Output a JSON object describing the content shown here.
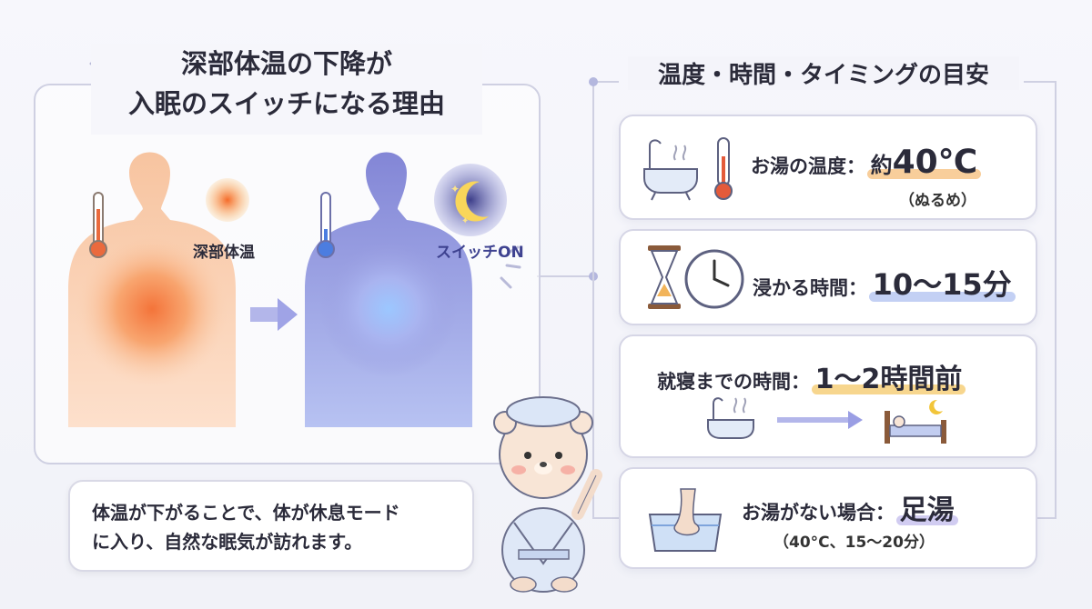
{
  "left": {
    "title_line1": "深部体温の下降が",
    "title_line2": "入眠のスイッチになる理由",
    "label_core_temp": "深部体温",
    "label_switch_on": "スイッチON",
    "caption_line1": "体温が下がることで、体が休息モード",
    "caption_line2": "に入り、自然な眠気が訪れます。"
  },
  "right": {
    "title": "温度・時間・タイミングの目安",
    "cards": [
      {
        "label": "お湯の温度：",
        "prefix": "約",
        "value": "40℃",
        "sub": "（ぬるめ）",
        "highlight": "#f7c58a"
      },
      {
        "label": "浸かる時間：",
        "prefix": "",
        "value": "10〜15分",
        "sub": "",
        "highlight": "#b9c8f2"
      },
      {
        "label": "就寝までの時間：",
        "prefix": "",
        "value": "1〜2時間前",
        "sub": "",
        "highlight": "#f6cf7a"
      },
      {
        "label": "お湯がない場合：",
        "prefix": "",
        "value": "足湯",
        "sub": "（40°C、15〜20分）",
        "highlight": "#c9c3ef"
      }
    ]
  },
  "colors": {
    "warm": "#f59a6a",
    "cool": "#8f92dc",
    "border": "#cfd0e2",
    "accent": "#6d6fc6"
  },
  "icons": [
    "thermometer-hot-icon",
    "thermometer-cold-icon",
    "sun-icon",
    "moon-stars-icon",
    "arrow-right-icon",
    "bathtub-icon",
    "hourglass-icon",
    "clock-icon",
    "bed-icon",
    "foot-bath-icon",
    "bear-mascot"
  ]
}
